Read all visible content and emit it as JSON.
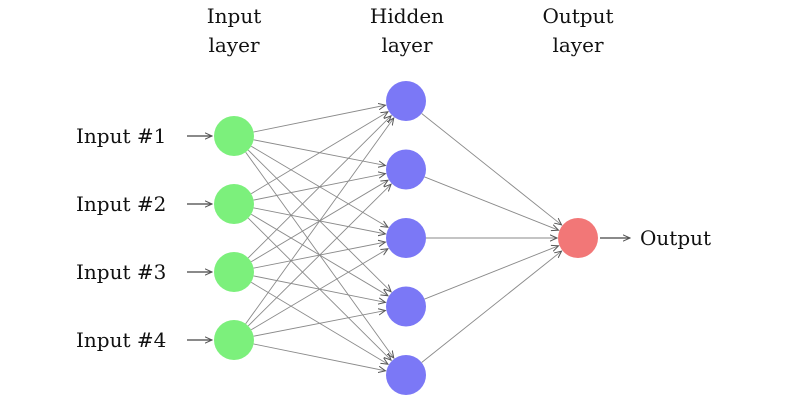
{
  "layers": {
    "input": {
      "title_line1": "Input",
      "title_line2": "layer",
      "node_color": "#7cf07c",
      "inputs": [
        {
          "label": "Input #1"
        },
        {
          "label": "Input #2"
        },
        {
          "label": "Input #3"
        },
        {
          "label": "Input #4"
        }
      ]
    },
    "hidden": {
      "title_line1": "Hidden",
      "title_line2": "layer",
      "node_color": "#7b78f6",
      "node_count": 5
    },
    "output": {
      "title_line1": "Output",
      "title_line2": "layer",
      "node_color": "#f27777",
      "output_label": "Output"
    }
  },
  "edge_color": "#8a8a8a"
}
